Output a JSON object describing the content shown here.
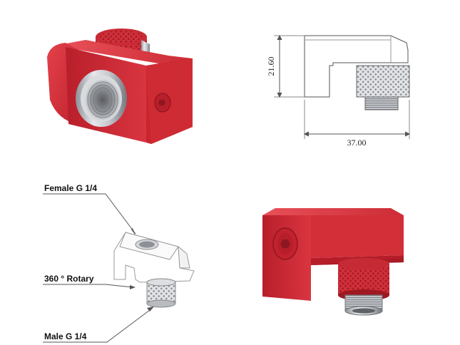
{
  "dimensions": {
    "height": "21.60",
    "width": "37.00"
  },
  "callouts": {
    "female": "Female G 1/4",
    "rotary": "360 ° Rotary",
    "male": "Male G 1/4"
  },
  "colors": {
    "red_face": "#d42a35",
    "red_dark": "#a81a24",
    "red_light": "#e8434c",
    "chrome": "#b9bcc2",
    "chrome_dark": "#6f737a",
    "line": "#555555"
  }
}
